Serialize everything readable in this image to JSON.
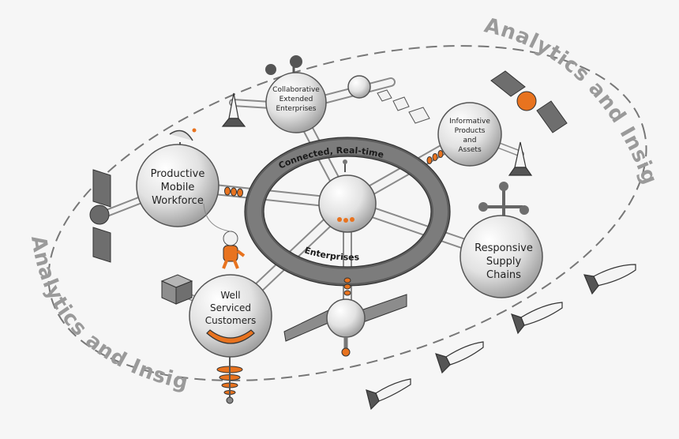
{
  "arc_labels": {
    "top_right": "Analytics and Insights",
    "bottom_left": "Analytics and Insights"
  },
  "ring": {
    "top": "Connected, Real-time",
    "bottom": "Enterprises"
  },
  "nodes": {
    "collaborative": [
      "Collaborative",
      "Extended",
      "Enterprises"
    ],
    "informative": [
      "Informative",
      "Products",
      "and",
      "Assets"
    ],
    "productive": [
      "Productive",
      "Mobile",
      "Workforce"
    ],
    "responsive": [
      "Responsive",
      "Supply",
      "Chains"
    ],
    "serviced": [
      "Well",
      "Serviced",
      "Customers"
    ]
  },
  "colors": {
    "accent": "#e8731f",
    "sphere": "#e4e4e4",
    "ring": "#6e6e6e",
    "dashes": "#777777",
    "arc_text": "#9a9a9a"
  }
}
